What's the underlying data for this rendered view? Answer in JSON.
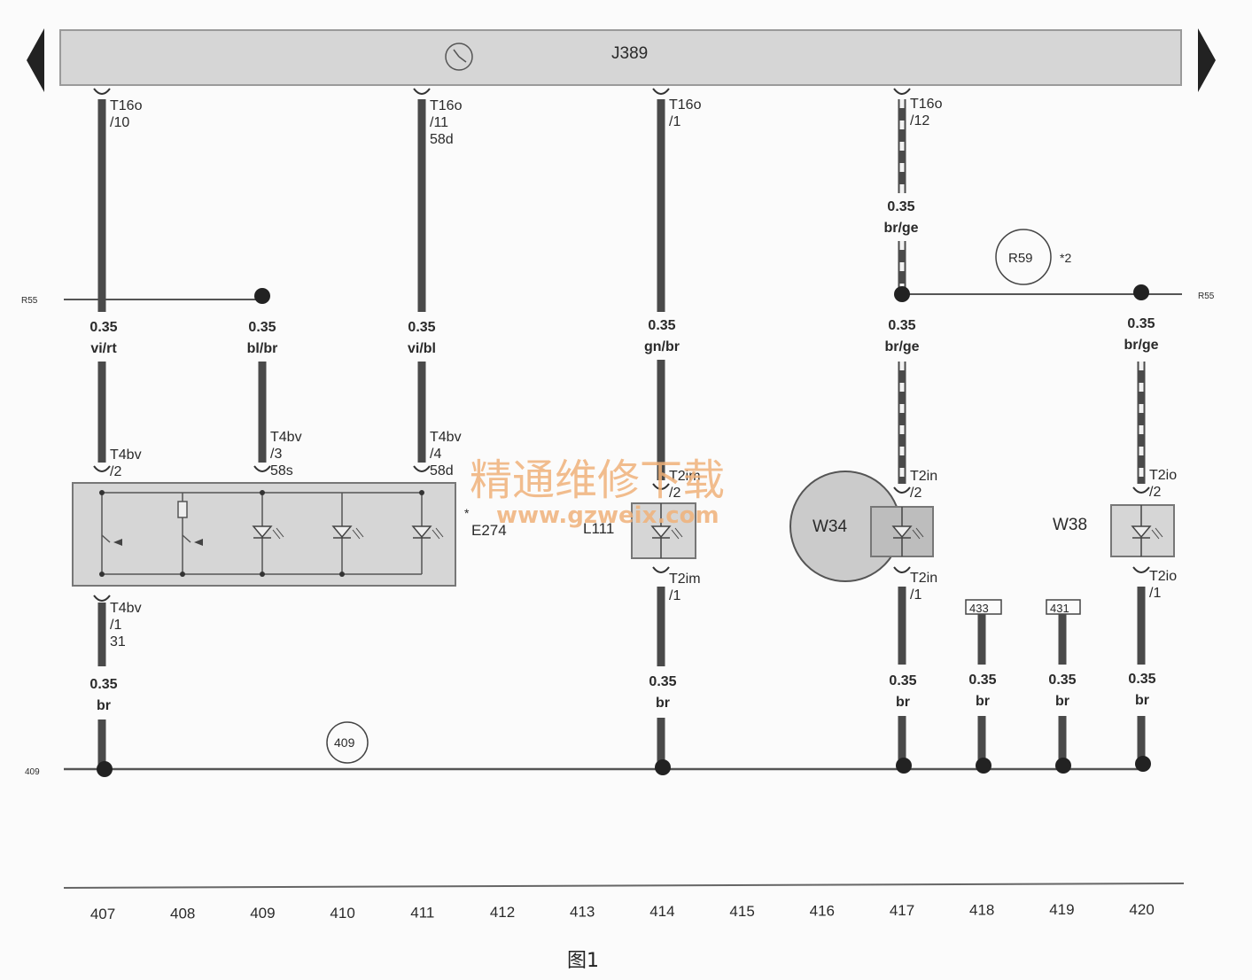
{
  "control_unit": {
    "label": "J389"
  },
  "side_refs": {
    "r55_left": "R55",
    "r55_right": "R55",
    "ground_left": "409"
  },
  "connectors": {
    "c1_top": [
      "T16o",
      "/10"
    ],
    "c2_top": [
      "T16o",
      "/11",
      "58d"
    ],
    "c3_top": [
      "T16o",
      "/1"
    ],
    "c4_top": [
      "T16o",
      "/12"
    ],
    "e274_pin2": [
      "T4bv",
      "/2"
    ],
    "e274_pin3": [
      "T4bv",
      "/3",
      "58s"
    ],
    "e274_pin4": [
      "T4bv",
      "/4",
      "58d"
    ],
    "e274_pin1": [
      "T4bv",
      "/1",
      "31"
    ],
    "l111_pin2": [
      "T2im",
      "/2"
    ],
    "l111_pin1": [
      "T2im",
      "/1"
    ],
    "w34_pin2": [
      "T2in",
      "/2"
    ],
    "w34_pin1": [
      "T2in",
      "/1"
    ],
    "w38_pin2": [
      "T2io",
      "/2"
    ],
    "w38_pin1": [
      "T2io",
      "/1"
    ]
  },
  "wires": {
    "w407_upper": [
      "0.35",
      "vi/rt"
    ],
    "w409_upper": [
      "0.35",
      "bl/br"
    ],
    "w411_upper": [
      "0.35",
      "vi/bl"
    ],
    "w414_upper": [
      "0.35",
      "gn/br"
    ],
    "w417_top": [
      "0.35",
      "br/ge"
    ],
    "w417_mid": [
      "0.35",
      "br/ge"
    ],
    "w420_mid": [
      "0.35",
      "br/ge"
    ],
    "w407_lower": [
      "0.35",
      "br"
    ],
    "w414_lower": [
      "0.35",
      "br"
    ],
    "w417_lower": [
      "0.35",
      "br"
    ],
    "w418_lower": [
      "0.35",
      "br"
    ],
    "w419_lower": [
      "0.35",
      "br"
    ],
    "w420_lower": [
      "0.35",
      "br"
    ]
  },
  "components": {
    "e274": "E274",
    "e274_mark": "*",
    "l111": "L111",
    "w34": "W34",
    "w38": "W38"
  },
  "circle_refs": {
    "r59": "R59",
    "r59_note": "*2",
    "ground_409": "409"
  },
  "link_boxes": {
    "b418": "433",
    "b419": "431"
  },
  "watermark": {
    "title": "精通维修下载",
    "url": "www.gzweix.com"
  },
  "track_numbers": [
    "407",
    "408",
    "409",
    "410",
    "411",
    "412",
    "413",
    "414",
    "415",
    "416",
    "417",
    "418",
    "419",
    "420"
  ],
  "caption": "图1"
}
